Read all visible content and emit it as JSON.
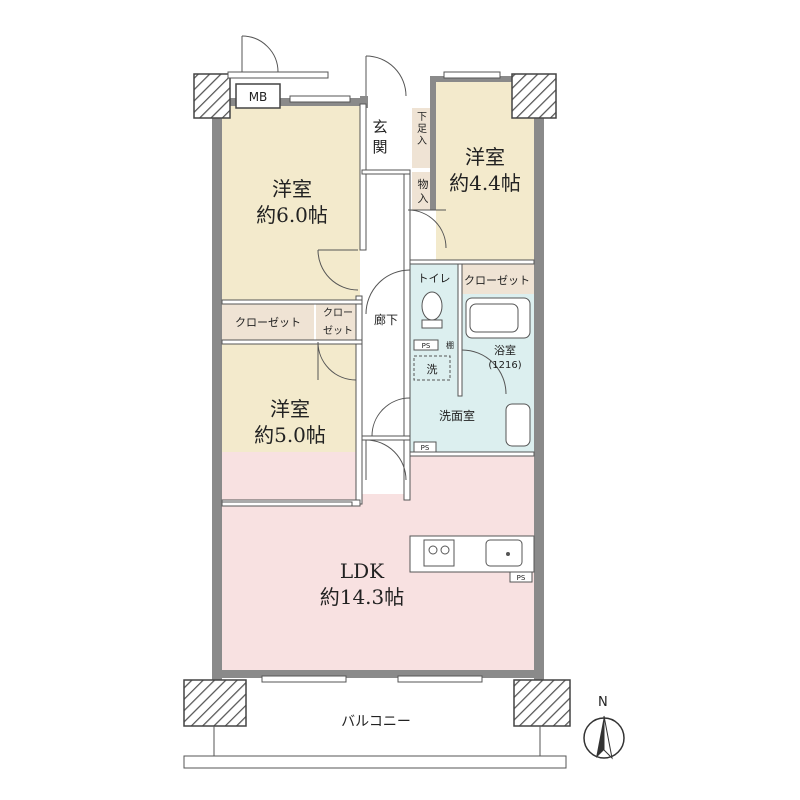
{
  "rooms": {
    "western_1": {
      "name": "洋室",
      "size": "約6.0帖"
    },
    "western_2": {
      "name": "洋室",
      "size": "約4.4帖"
    },
    "western_3": {
      "name": "洋室",
      "size": "約5.0帖"
    },
    "ldk": {
      "name": "LDK",
      "size": "約14.3帖"
    }
  },
  "labels": {
    "mb": "MB",
    "entrance": [
      "玄",
      "関"
    ],
    "shoe_storage": [
      "下",
      "足",
      "入"
    ],
    "storage": [
      "物",
      "入"
    ],
    "closet_left": "クローゼット",
    "closet_small": [
      "クロー",
      "ゼット"
    ],
    "closet_right": "クローゼット",
    "hallway": "廊下",
    "toilet": "トイレ",
    "shelf": "棚",
    "ps": "PS",
    "bathroom": "浴室",
    "bathroom_size": "(1216)",
    "washer": "洗",
    "washroom": "洗面室",
    "balcony": "バルコニー",
    "north": "N"
  },
  "colors": {
    "western_room": "#f3eacc",
    "ldk": "#f8e1e1",
    "wet_area": "#dcefef",
    "closet": "#efe3d4",
    "wall": "#8a8a8a"
  }
}
